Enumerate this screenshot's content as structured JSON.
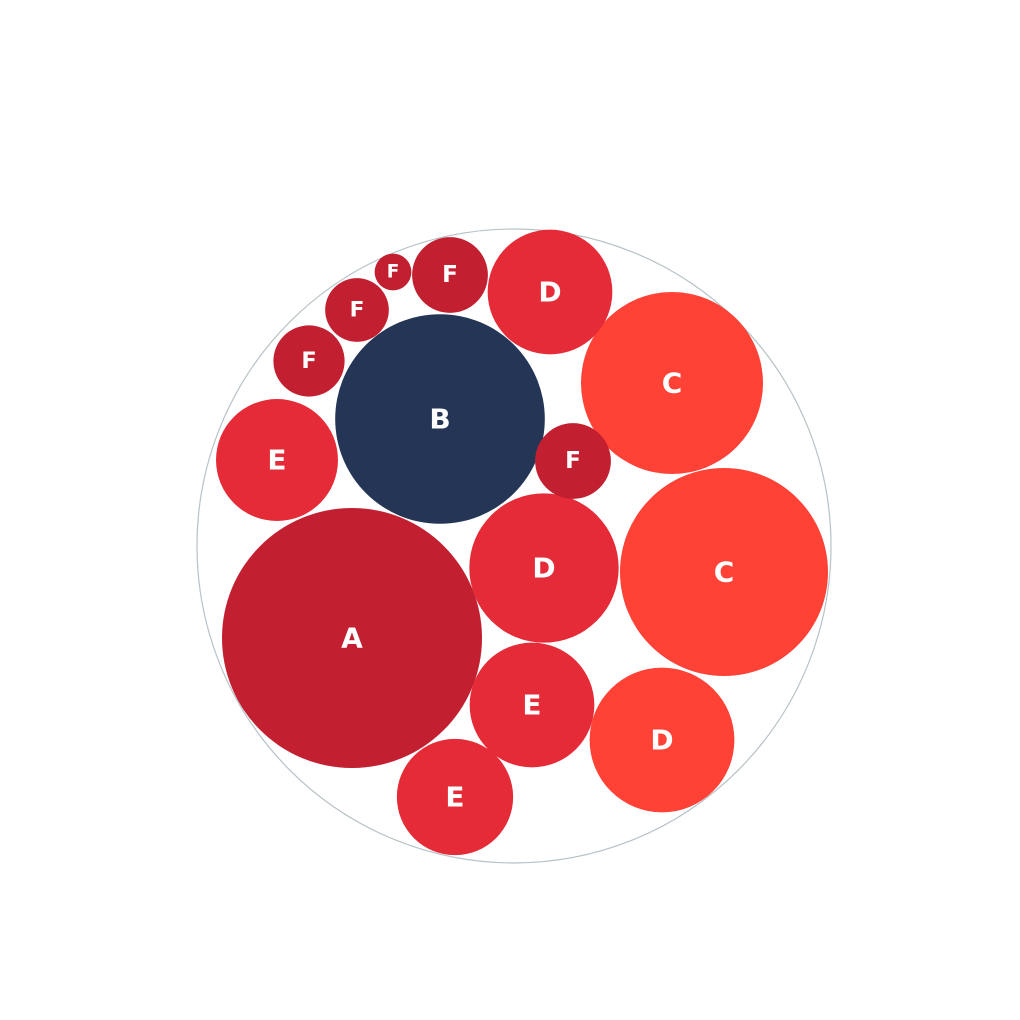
{
  "chart_data": {
    "type": "packed-bubble",
    "enclosing_circle": true,
    "bubbles": [
      {
        "label": "A",
        "value": 100,
        "color": "#c21f30"
      },
      {
        "label": "B",
        "value": 65,
        "color": "#253556"
      },
      {
        "label": "C",
        "value": 64,
        "color": "#ff4136"
      },
      {
        "label": "C",
        "value": 49,
        "color": "#ff4136"
      },
      {
        "label": "D",
        "value": 33,
        "color": "#e52b37"
      },
      {
        "label": "D",
        "value": 31,
        "color": "#ff4136"
      },
      {
        "label": "D",
        "value": 23,
        "color": "#e52b37"
      },
      {
        "label": "E",
        "value": 23,
        "color": "#e52b37"
      },
      {
        "label": "E",
        "value": 22,
        "color": "#e52b37"
      },
      {
        "label": "E",
        "value": 20,
        "color": "#e52b37"
      },
      {
        "label": "F",
        "value": 8.5,
        "color": "#c21f30"
      },
      {
        "label": "F",
        "value": 8.5,
        "color": "#c21f30"
      },
      {
        "label": "F",
        "value": 7.5,
        "color": "#c21f30"
      },
      {
        "label": "F",
        "value": 6,
        "color": "#c21f30"
      },
      {
        "label": "F",
        "value": 2,
        "color": "#c21f30"
      }
    ]
  }
}
